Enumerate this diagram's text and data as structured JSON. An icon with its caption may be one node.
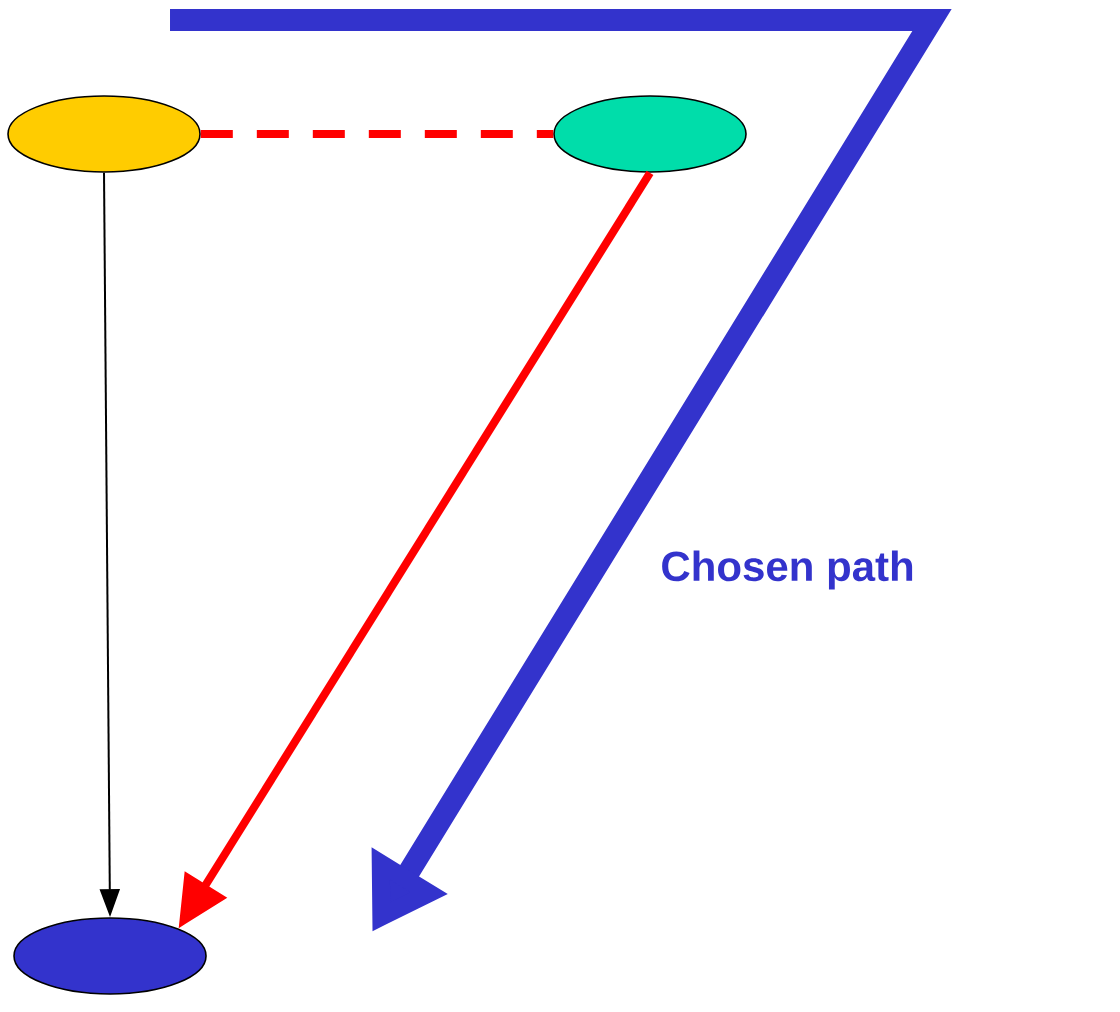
{
  "diagram": {
    "nodes": [
      {
        "text": [],
        "shape": "ellipse"
      },
      {
        "text": [],
        "shape": "ellipse"
      },
      {
        "text": [],
        "shape": "ellipse"
      }
    ],
    "edges": [
      {
        "from": 0,
        "to": 2,
        "arrow": "to",
        "color": "#000000"
      },
      {
        "from": 0,
        "to": 1,
        "arrow": "none",
        "style": "dashed",
        "color": "#ff0000"
      },
      {
        "from": 1,
        "to": 2,
        "arrow": "to",
        "color": "#ff0000"
      }
    ],
    "labels": [
      "Chosen path"
    ]
  }
}
